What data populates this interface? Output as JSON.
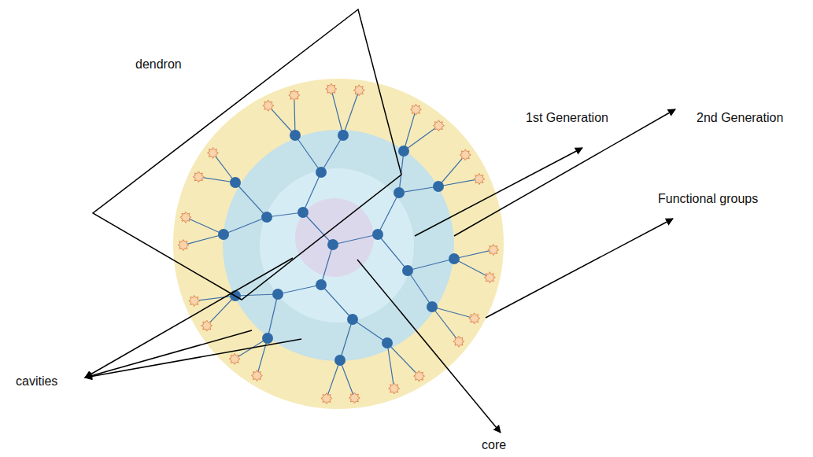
{
  "diagram": {
    "labels": [
      "dendron",
      "1st Generation",
      "2nd Generation",
      "Functional groups",
      "cavities",
      "core"
    ]
  }
}
